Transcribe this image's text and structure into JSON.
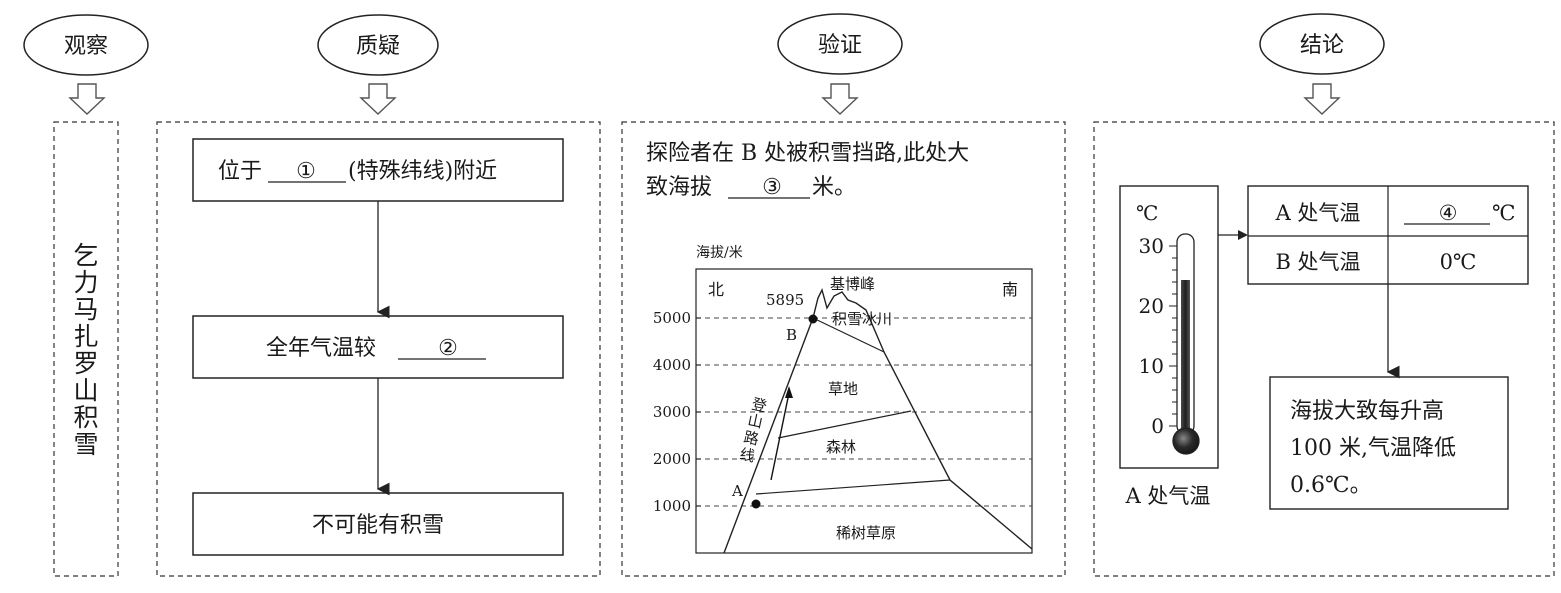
{
  "stages": {
    "observe": "观察",
    "question": "质疑",
    "verify": "验证",
    "conclude": "结论"
  },
  "observe_panel": {
    "text": [
      "乞",
      "力",
      "马",
      "扎",
      "罗",
      "山",
      "积",
      "雪"
    ]
  },
  "question_panel": {
    "box1_prefix": "位于",
    "box1_blank": "①",
    "box1_suffix": "(特殊纬线)附近",
    "box2_prefix": "全年气温较",
    "box2_blank": "②",
    "box3": "不可能有积雪"
  },
  "verify_panel": {
    "line1": "探险者在 B 处被积雪挡路,此处大",
    "line2_prefix": "致海拔",
    "line2_blank": "③",
    "line2_suffix": "米。",
    "chart": {
      "y_axis_title": "海拔/米",
      "north": "北",
      "south": "南",
      "peak_name": "基博峰",
      "peak_elevation": "5895",
      "y_ticks": [
        "5000",
        "4000",
        "3000",
        "2000",
        "1000"
      ],
      "zones": {
        "glacier": "积雪冰川",
        "grassland": "草地",
        "forest": "森林",
        "savanna": "稀树草原"
      },
      "route_label": [
        "登",
        "山",
        "路",
        "线"
      ],
      "point_a": "A",
      "point_b": "B"
    }
  },
  "conclude_panel": {
    "thermo_unit": "℃",
    "thermo_ticks": [
      "30",
      "20",
      "10",
      "0"
    ],
    "thermo_caption": "A 处气温",
    "table": {
      "row1_label": "A 处气温",
      "row1_blank": "④",
      "row1_unit": "℃",
      "row2_label": "B 处气温",
      "row2_value": "0℃"
    },
    "lapse_text": [
      "海拔大致每升高",
      "100 米,气温降低",
      "0.6℃。"
    ]
  }
}
